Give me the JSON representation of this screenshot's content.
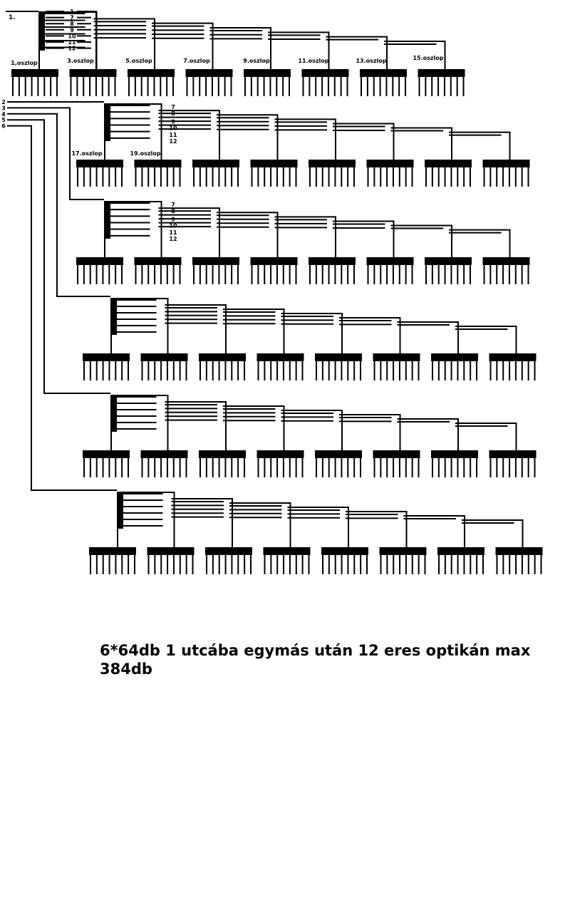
{
  "row_count": 6,
  "boards_per_row": 8,
  "pins_per_board": 8,
  "fiber_lines_per_group": 6,
  "row1_label": "1.",
  "row1_fiber_numbers": [
    "1",
    "7",
    "8",
    "9",
    "10",
    "11",
    "12"
  ],
  "row2_fiber_numbers": [
    "7",
    "8",
    "9",
    "10",
    "11",
    "12"
  ],
  "row3_fiber_numbers": [
    "7",
    "8",
    "9",
    "10",
    "11",
    "12"
  ],
  "trunk_numbers": [
    "2",
    "3",
    "4",
    "5",
    "6"
  ],
  "row1_column_labels": [
    "1,oszlop",
    "3.oszlop",
    "5.oszlop",
    "7.oszlop",
    "9.oszlop",
    "11.oszlop",
    "13.oszlop",
    "15.oszlop"
  ],
  "row2_column_labels": [
    "17.oszlop",
    "19.oszlop"
  ],
  "caption": "6*64db 1 utcába egymás után 12 eres optikán max 384db",
  "colors": {
    "line": "#000000",
    "background": "#ffffff"
  }
}
